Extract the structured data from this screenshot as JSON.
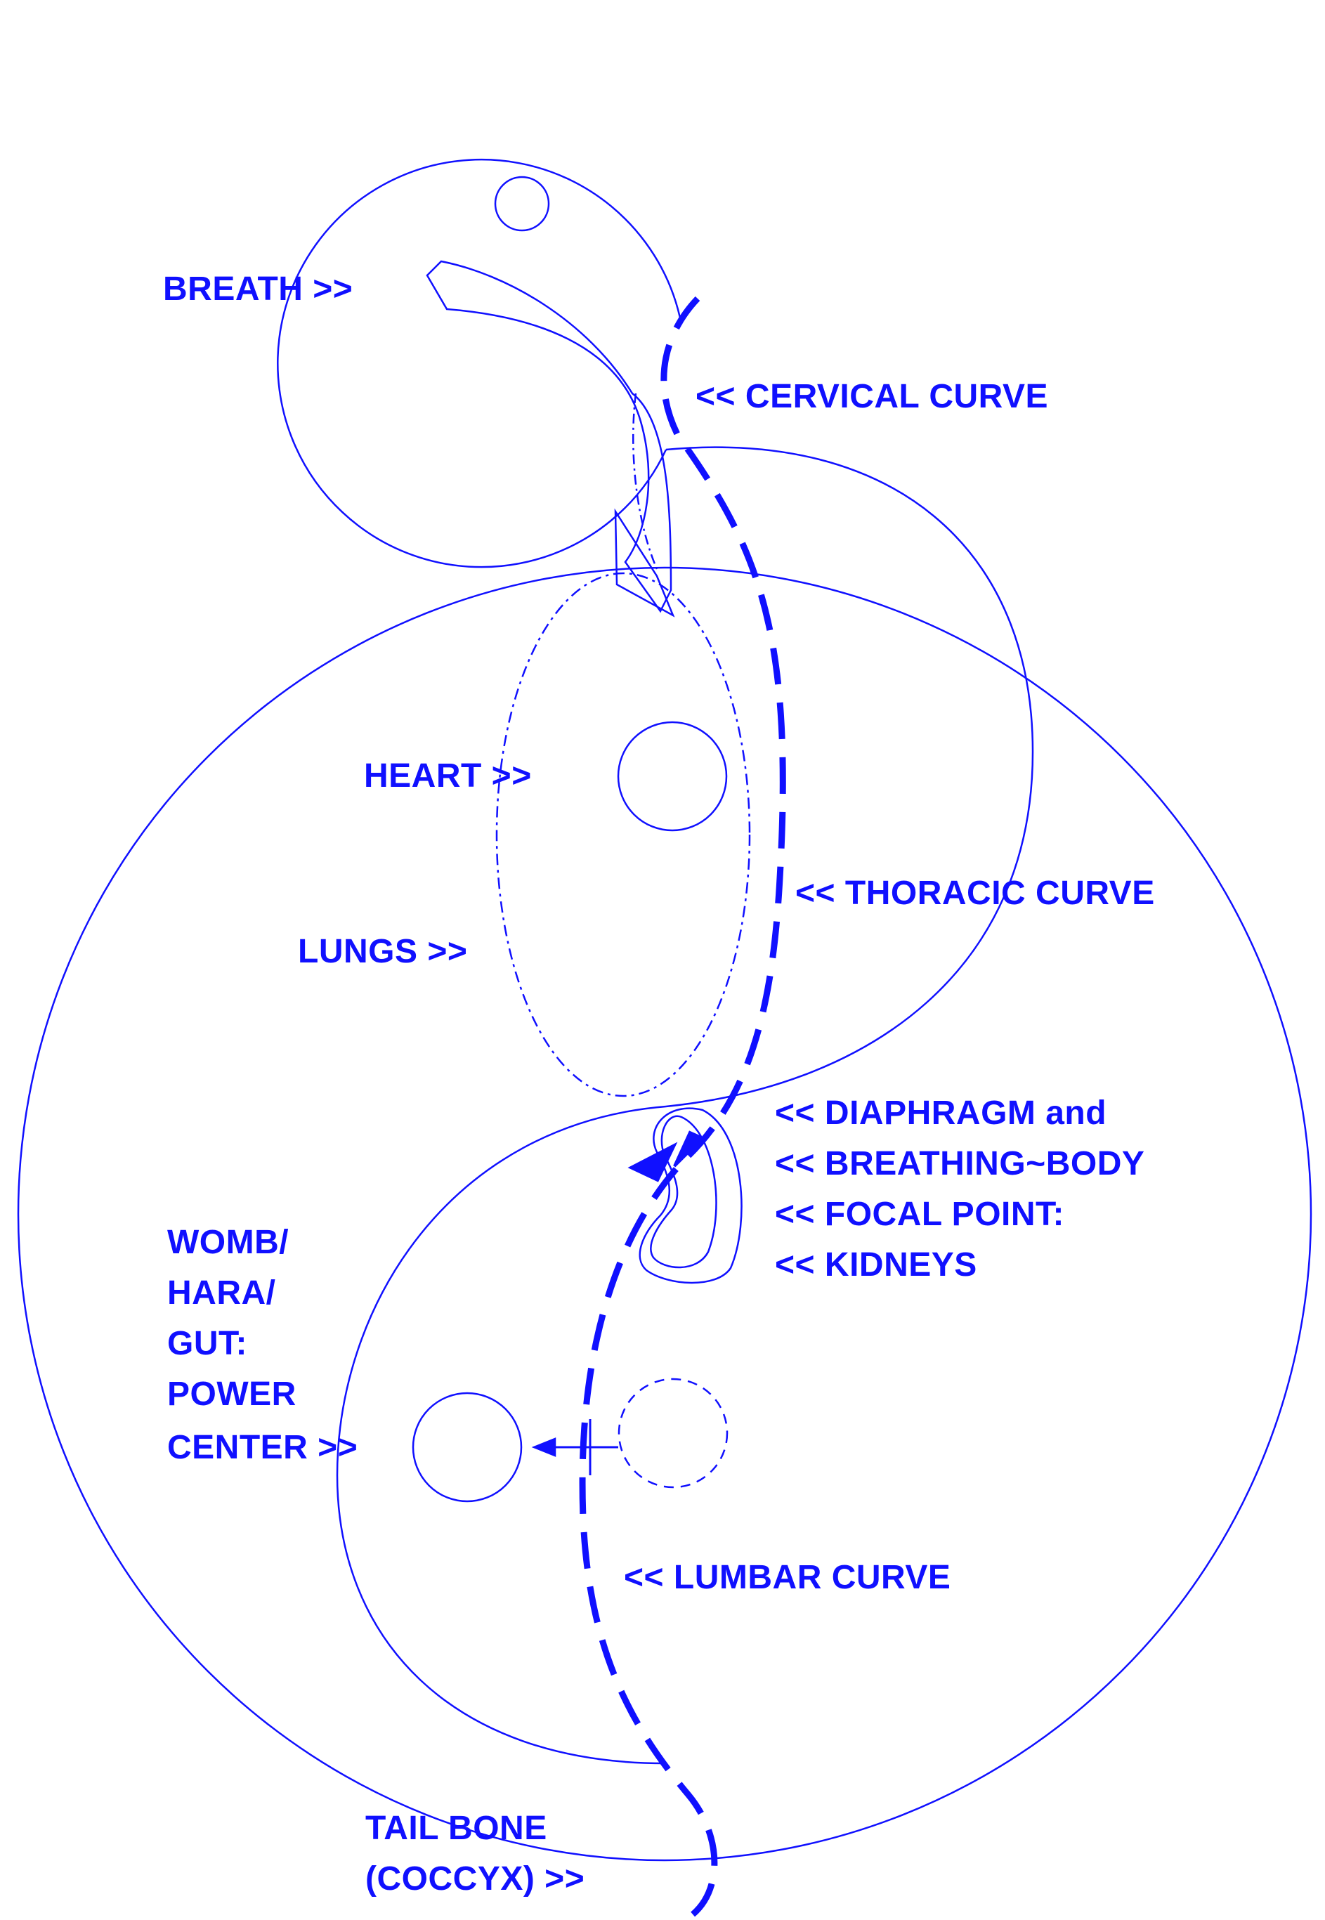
{
  "colors": {
    "ink": "#1010ff"
  },
  "labels": {
    "breath": "BREATH >>",
    "cervical": "<< CERVICAL CURVE",
    "heart": "HEART >>",
    "thoracic": "<< THORACIC CURVE",
    "lungs": "LUNGS >>",
    "diaphragm_1": "<< DIAPHRAGM and",
    "diaphragm_2": "<< BREATHING~BODY",
    "diaphragm_3": "<< FOCAL POINT:",
    "diaphragm_4": "<< KIDNEYS",
    "womb_1": "WOMB/",
    "womb_2": "HARA/",
    "womb_3": "GUT:",
    "womb_4": "POWER",
    "womb_5": "CENTER >>",
    "lumbar": "<< LUMBAR CURVE",
    "tailbone_1": "TAIL BONE",
    "tailbone_2": "(COCCYX) >>"
  }
}
